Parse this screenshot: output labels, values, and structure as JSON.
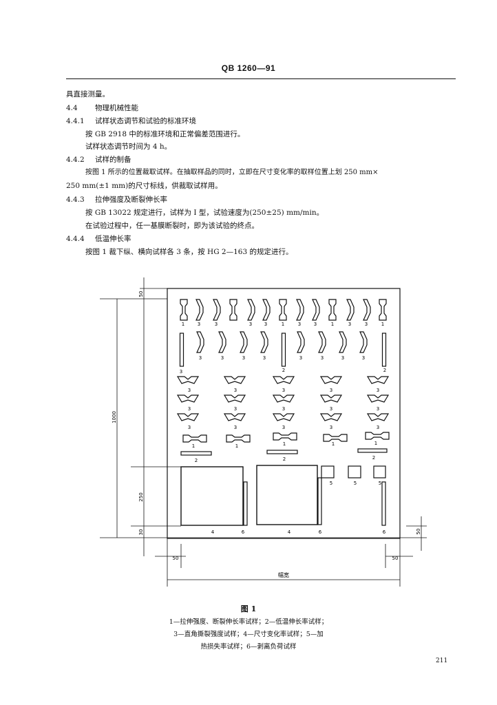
{
  "header": {
    "code": "QB 1260—91"
  },
  "body": {
    "cont": "具直接测量。",
    "s44": {
      "num": "4.4",
      "title": "物理机械性能"
    },
    "s441": {
      "num": "4.4.1",
      "title": "试样状态调节和试验的标准环境",
      "p1": "按 GB 2918 中的标准环境和正常偏差范围进行。",
      "p2": "试样状态调节时间为 4 h。"
    },
    "s442": {
      "num": "4.4.2",
      "title": "试样的制备",
      "p1": "按图 1 所示的位置裁取试样。在抽取样品的同时，立即在尺寸变化率的取样位置上划 250 mm×",
      "p2": "250 mm(±1 mm)的尺寸标线，供裁取试样用。"
    },
    "s443": {
      "num": "4.4.3",
      "title": "拉伸强度及断裂伸长率",
      "p1": "按 GB 13022 规定进行，试样为 I 型，试验速度为(250±25) mm/min。",
      "p2": "在试验过程中，任一基膜断裂时，即为该试验的终点。"
    },
    "s444": {
      "num": "4.4.4",
      "title": "低温伸长率",
      "p1": "按图 1 裁下纵、横向试样各 3 条，按 HG 2—163 的规定进行。"
    }
  },
  "figure": {
    "dims": {
      "d50_top": "50",
      "d1000": "1000",
      "d250": "250",
      "d30": "30",
      "d50_left": "50",
      "d50_right": "50",
      "d50_rside": "50",
      "width_label": "幅宽"
    },
    "row1_labels": [
      "1",
      "3",
      "3",
      "",
      "3",
      "3",
      "1",
      "3",
      "3",
      "1",
      "3",
      "3",
      "1"
    ],
    "row2_labels": [
      "3",
      "3",
      "3",
      "3",
      "2",
      "3",
      "3",
      "3",
      "3",
      "2"
    ],
    "row3_labels": [
      "3",
      "3",
      "3",
      "3",
      "3"
    ],
    "row4_labels": [
      "3",
      "3",
      "3",
      "3",
      "3"
    ],
    "row5_labels": [
      "3",
      "3",
      "3",
      "3",
      "3"
    ],
    "row6_labels": [
      "1",
      "1",
      "1",
      "1",
      "1"
    ],
    "row7_labels": [
      "2",
      "2",
      "2"
    ],
    "row8_labels": [
      "5",
      "5",
      "5"
    ],
    "row9_labels": [
      "4",
      "6",
      "4",
      "6",
      "6"
    ],
    "extra_label": "3"
  },
  "caption": {
    "title": "图 1",
    "line1": "1—拉伸强度、断裂伸长率试样；2—低温伸长率试样；",
    "line2": "3—直角撕裂强度试样；4—尺寸变化率试样；5—加",
    "line3": "热损失率试样；6—剥离负荷试样"
  },
  "page_number": "211"
}
